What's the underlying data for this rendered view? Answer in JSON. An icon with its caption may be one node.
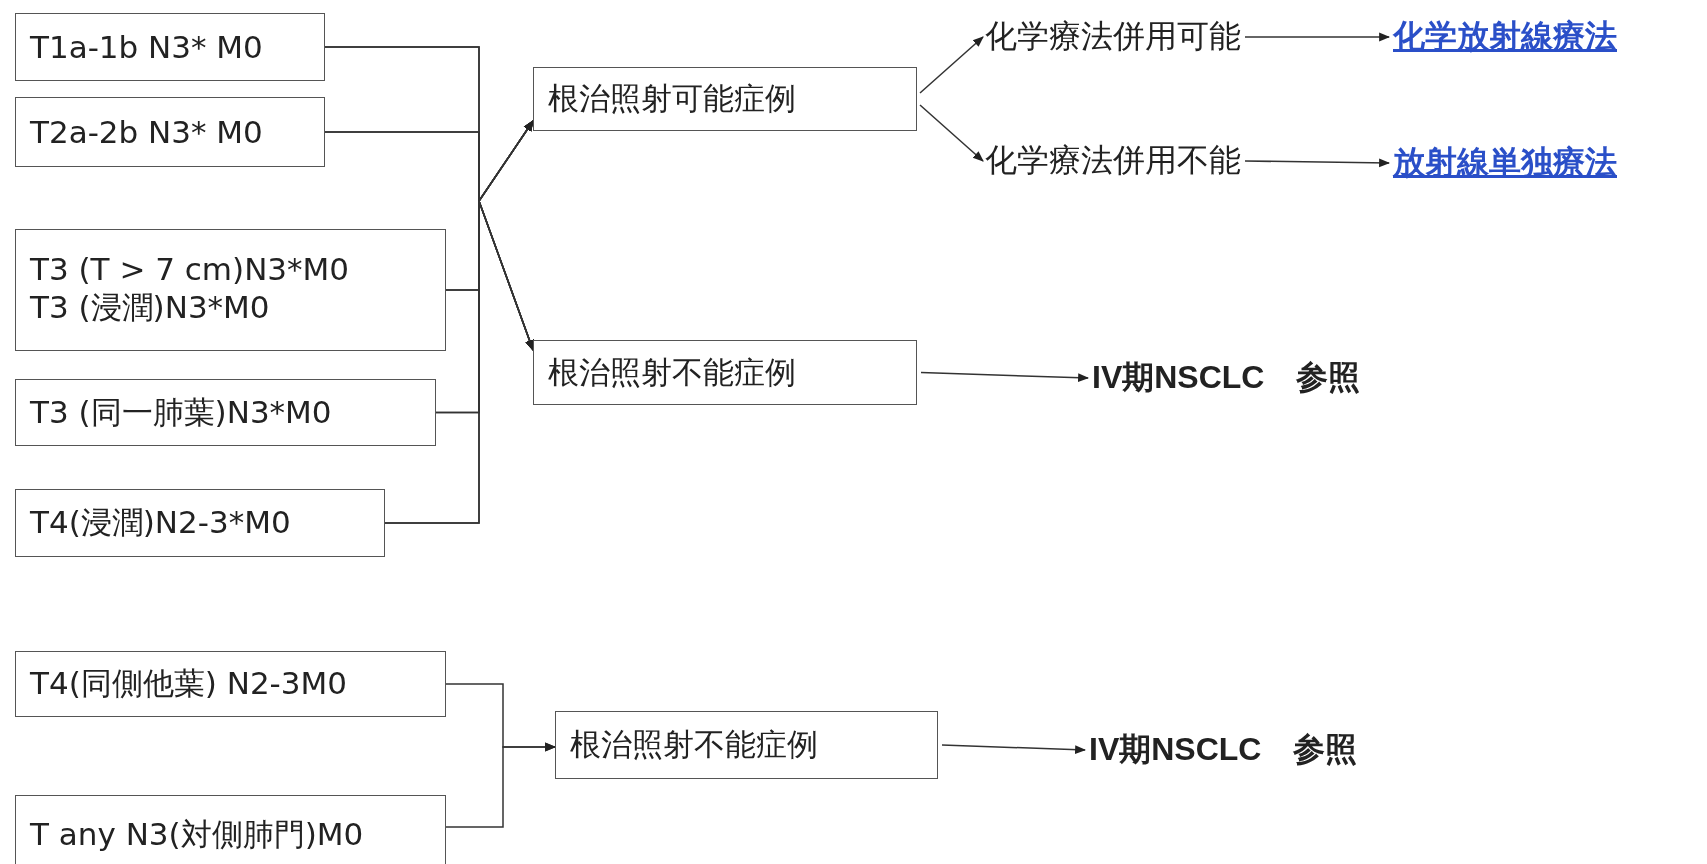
{
  "diagram": {
    "nodes": [
      {
        "text": [
          "T1a-1b N3* M0"
        ]
      },
      {
        "text": [
          "T2a-2b N3* M0"
        ]
      },
      {
        "text": [
          "T3 (T > 7 cm)N3*M0",
          "T3 (浸潤)N3*M0"
        ]
      },
      {
        "text": [
          "T3 (同一肺葉)N3*M0"
        ]
      },
      {
        "text": [
          "T4(浸潤)N2-3*M0"
        ]
      },
      {
        "text": [
          "根治照射可能症例"
        ]
      },
      {
        "text": [
          "根治照射不能症例"
        ]
      },
      {
        "text": [
          "化学療法併用可能"
        ]
      },
      {
        "text": [
          "化学放射線療法"
        ]
      },
      {
        "text": [
          "化学療法併用不能"
        ]
      },
      {
        "text": [
          "放射線単独療法"
        ]
      },
      {
        "text": [
          "IV期NSCLC　参照"
        ]
      },
      {
        "text": [
          "T4(同側他葉) N2-3M0"
        ]
      },
      {
        "text": [
          "T any N3(対側肺門)M0"
        ]
      },
      {
        "text": [
          "根治照射不能症例"
        ]
      },
      {
        "text": [
          "IV期NSCLC　参照"
        ]
      }
    ],
    "edges": [
      {
        "from": 0,
        "to": 5,
        "arrow": "to"
      },
      {
        "from": 1,
        "to": 5,
        "arrow": "to"
      },
      {
        "from": 2,
        "to": 5,
        "arrow": "to"
      },
      {
        "from": 3,
        "to": 5,
        "arrow": "to"
      },
      {
        "from": 4,
        "to": 5,
        "arrow": "to"
      },
      {
        "from": 0,
        "to": 6,
        "arrow": "to"
      },
      {
        "from": 1,
        "to": 6,
        "arrow": "to"
      },
      {
        "from": 2,
        "to": 6,
        "arrow": "to"
      },
      {
        "from": 3,
        "to": 6,
        "arrow": "to"
      },
      {
        "from": 4,
        "to": 6,
        "arrow": "to"
      },
      {
        "from": 5,
        "to": 7,
        "arrow": "to"
      },
      {
        "from": 5,
        "to": 9,
        "arrow": "to"
      },
      {
        "from": 7,
        "to": 8,
        "arrow": "to"
      },
      {
        "from": 9,
        "to": 10,
        "arrow": "to"
      },
      {
        "from": 6,
        "to": 11,
        "arrow": "to"
      },
      {
        "from": 12,
        "to": 14,
        "arrow": "to"
      },
      {
        "from": 13,
        "to": 14,
        "arrow": "to"
      },
      {
        "from": 14,
        "to": 15,
        "arrow": "to"
      }
    ]
  }
}
